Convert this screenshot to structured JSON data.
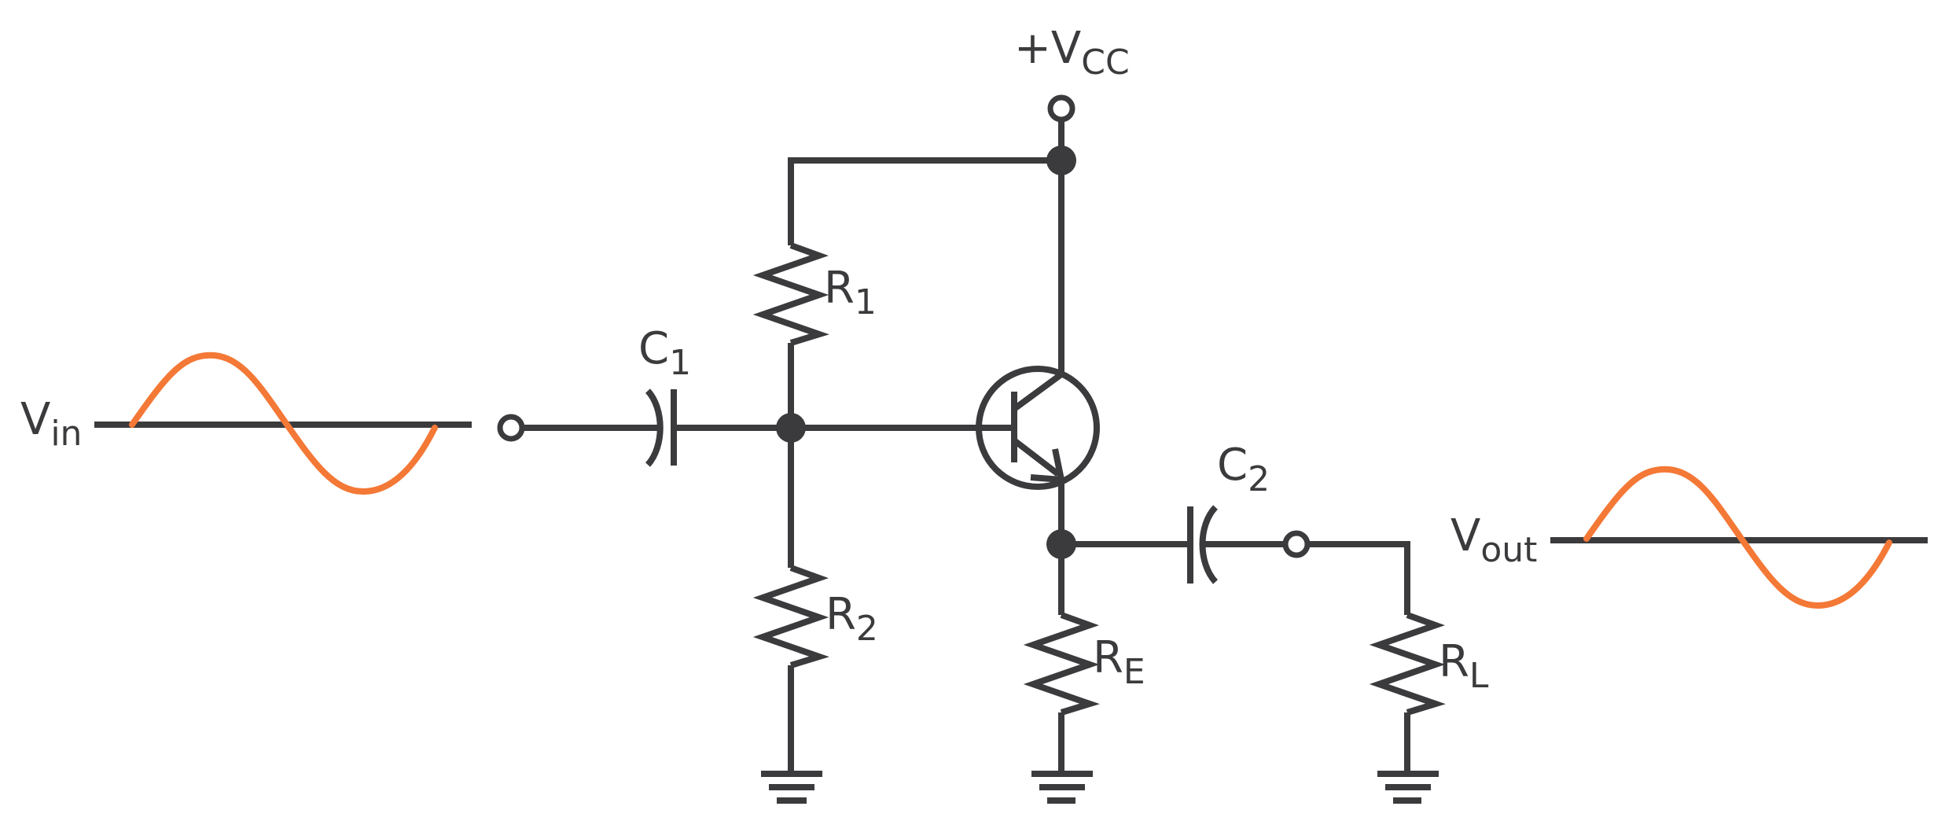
{
  "labels": {
    "vcc": {
      "main": "+V",
      "sub": "CC"
    },
    "r1": {
      "main": "R",
      "sub": "1"
    },
    "r2": {
      "main": "R",
      "sub": "2"
    },
    "re": {
      "main": "R",
      "sub": "E"
    },
    "rl": {
      "main": "R",
      "sub": "L"
    },
    "c1": {
      "main": "C",
      "sub": "1"
    },
    "c2": {
      "main": "C",
      "sub": "2"
    },
    "vin": {
      "main": "V",
      "sub": "in"
    },
    "vout": {
      "main": "V",
      "sub": "out"
    }
  },
  "colors": {
    "wire": "#3b3b3e",
    "signal": "#f47836",
    "background": "#ffffff"
  }
}
